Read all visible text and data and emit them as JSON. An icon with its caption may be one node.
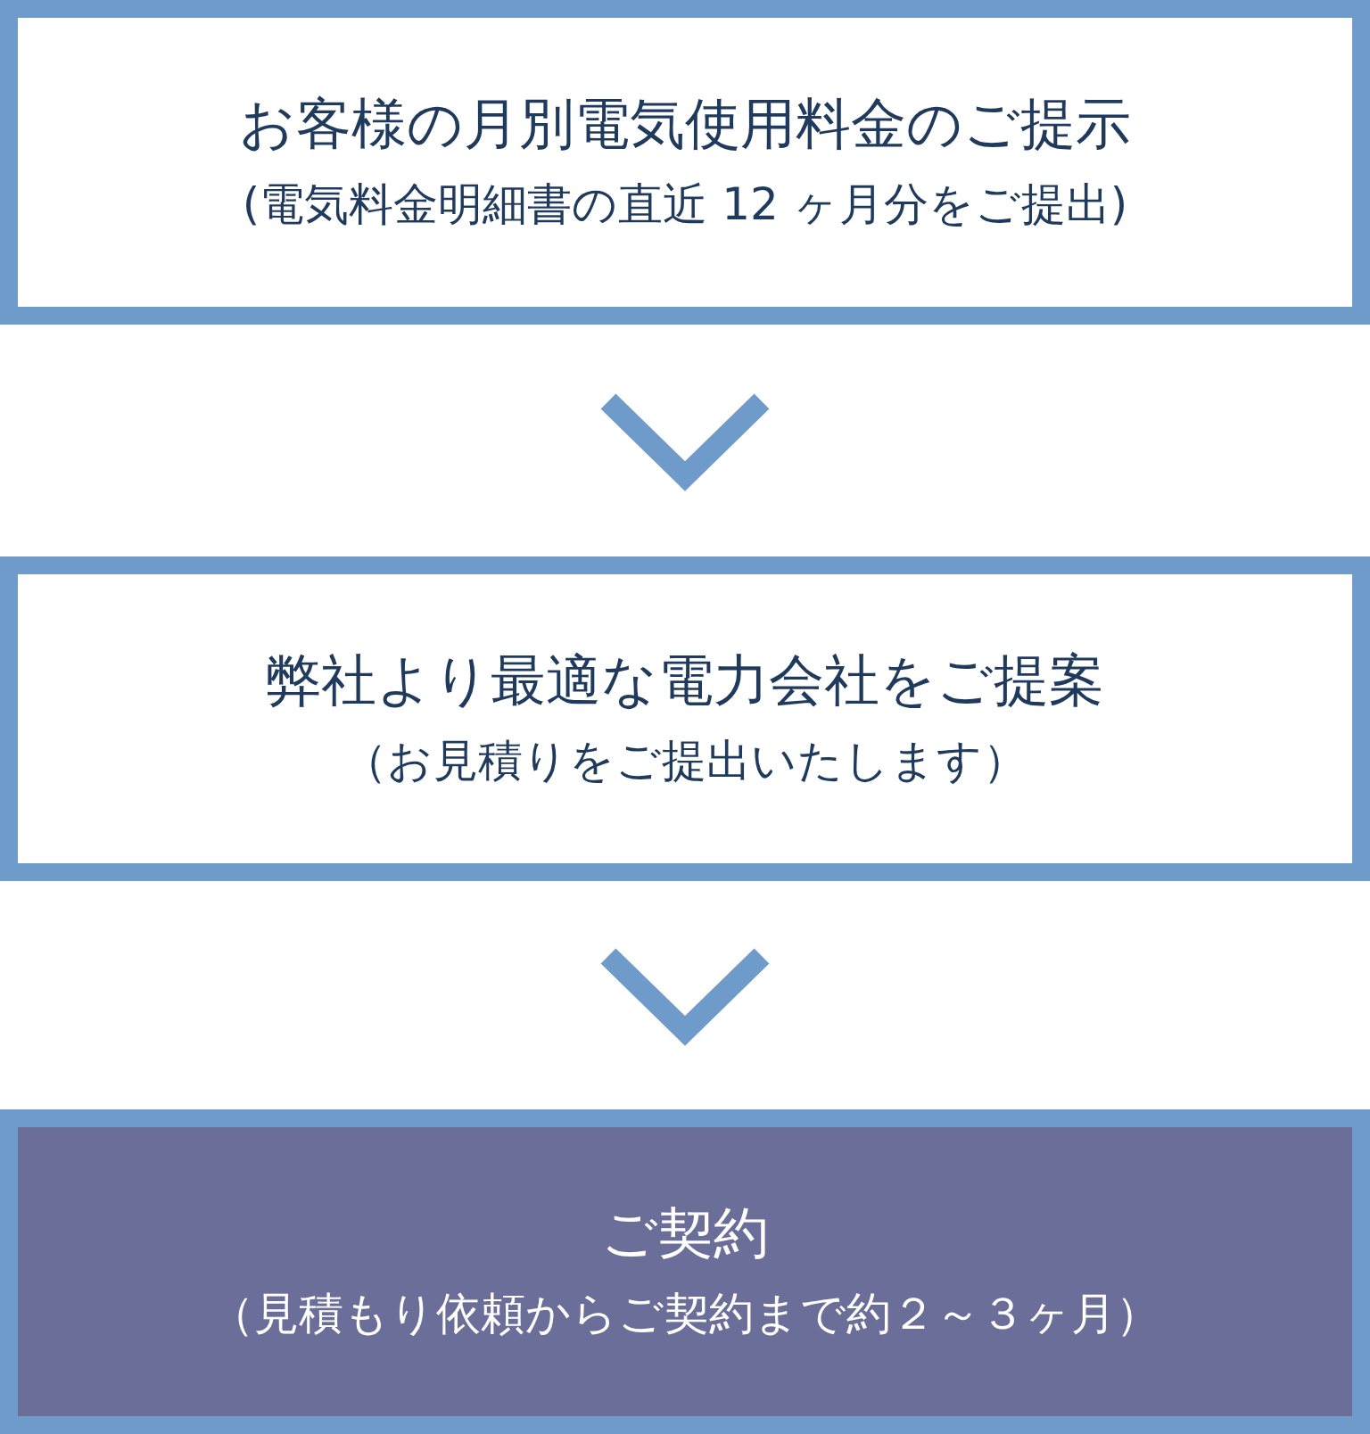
{
  "diagram": {
    "nodes": [
      {
        "text": [
          "お客様の月別電気使用料金のご提示",
          "(電気料金明細書の直近 12 ヶ月分をご提出)"
        ]
      },
      {
        "text": [
          "弊社より最適な電力会社をご提案",
          "（お見積りをご提出いたします）"
        ]
      },
      {
        "text": [
          "ご契約",
          "（見積もり依頼からご契約まで約２～３ヶ月）"
        ]
      }
    ],
    "edges": [
      {
        "from": 0,
        "to": 1,
        "arrow": "to"
      },
      {
        "from": 1,
        "to": 2,
        "arrow": "to"
      }
    ]
  }
}
